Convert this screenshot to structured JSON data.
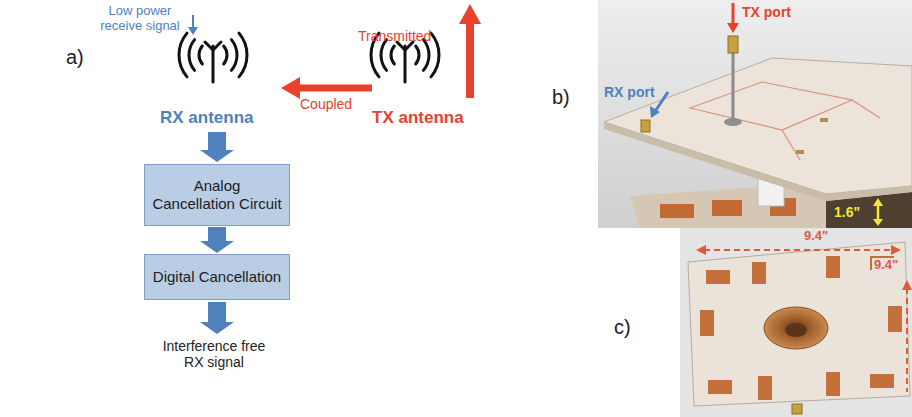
{
  "diagram": {
    "nodes": [
      {
        "text": [
          "Analog Cancellation Circuit"
        ]
      },
      {
        "text": [
          "Digital Cancellation"
        ]
      }
    ],
    "edges": [
      {
        "from": 0,
        "to": 1,
        "arrow": "to"
      }
    ],
    "labels": [
      "a)",
      "Low power receive signal",
      "Transmitted",
      "Coupled",
      "RX antenna",
      "TX antenna",
      "Interference free RX signal",
      "b)",
      "TX port",
      "RX port",
      "1.6\"",
      "c)",
      "9.4\"",
      "9.4\""
    ]
  }
}
